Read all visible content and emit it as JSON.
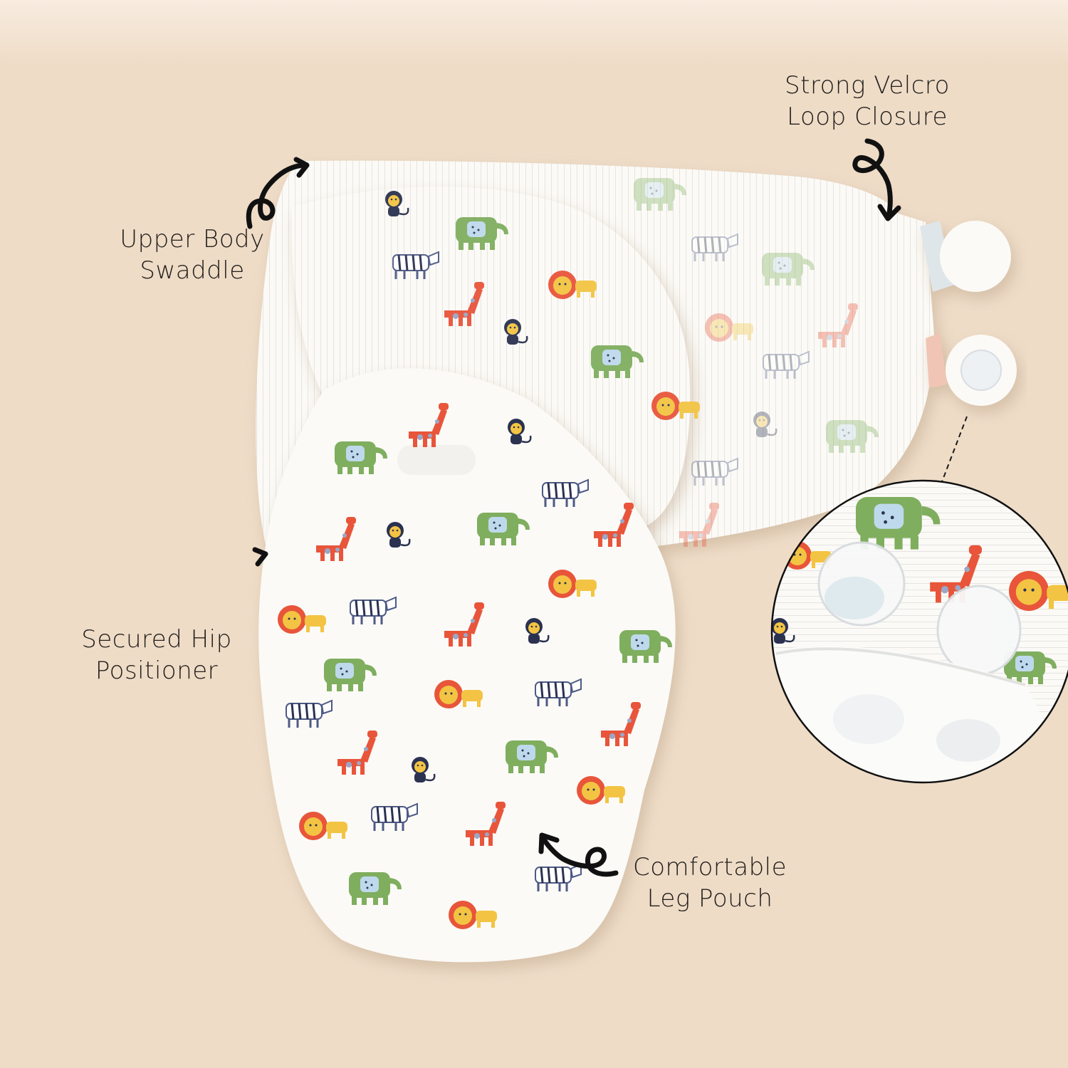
{
  "background_color": "#EEDCC7",
  "product": {
    "name": "swaddle",
    "fabric_color": "#FBFAF6",
    "print_theme": "safari animals",
    "print_motifs": [
      "monkey-icon",
      "elephant-icon",
      "giraffe-icon",
      "lion-icon",
      "zebra-icon"
    ],
    "print_colors": {
      "green": "#7FAE5E",
      "orange_red": "#E8553A",
      "yellow": "#F3C443",
      "navy": "#2B3250",
      "light_blue": "#BFD9EC"
    }
  },
  "callouts": [
    {
      "id": "velcro",
      "line1": "Strong Velcro",
      "line2": "Loop Closure"
    },
    {
      "id": "upper",
      "line1": "Upper Body",
      "line2": "Swaddle"
    },
    {
      "id": "hip",
      "line1": "Secured Hip",
      "line2": "Positioner"
    },
    {
      "id": "leg",
      "line1": "Comfortable",
      "line2": "Leg Pouch"
    }
  ],
  "inset": {
    "shape": "circle",
    "border_color": "#111111",
    "leader_line": "dashed",
    "subject": "velcro ear tabs close-up"
  }
}
